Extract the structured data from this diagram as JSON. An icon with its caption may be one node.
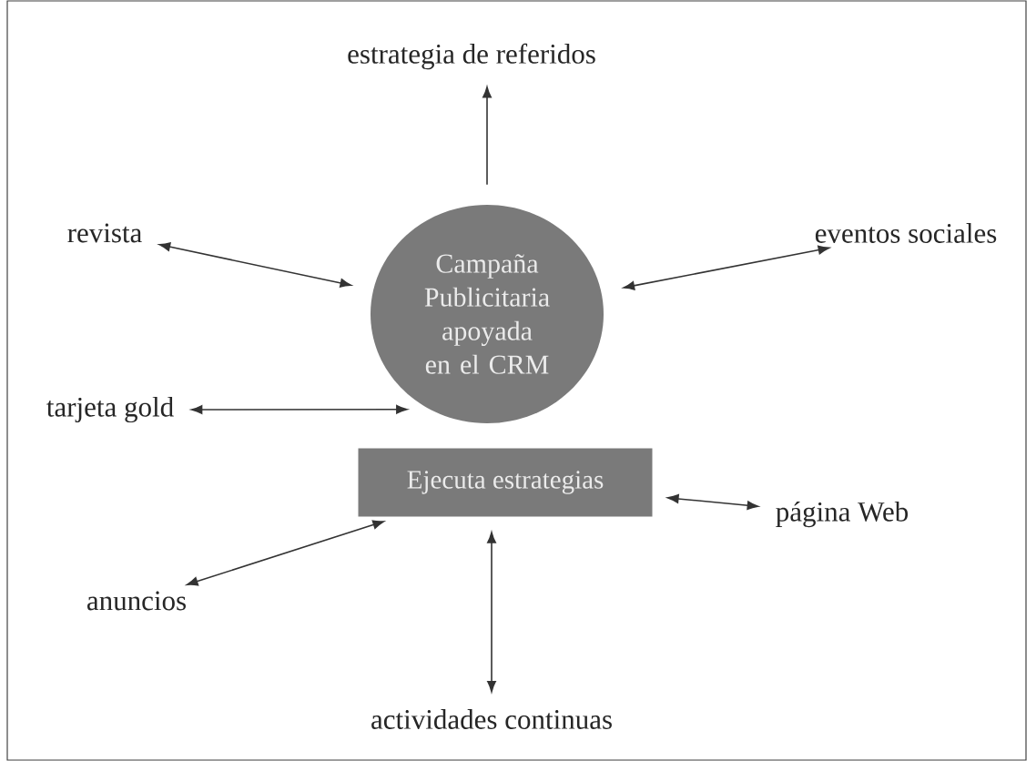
{
  "diagram": {
    "nodes": [
      {
        "text": [
          "Campaña Publicitaria apoyada en el CRM"
        ]
      },
      {
        "text": [
          "Ejecuta estrategias"
        ]
      },
      {
        "text": [
          "estrategia de referidos"
        ]
      },
      {
        "text": [
          "revista"
        ]
      },
      {
        "text": [
          "eventos sociales"
        ]
      },
      {
        "text": [
          "tarjeta gold"
        ]
      },
      {
        "text": [
          "página Web"
        ]
      },
      {
        "text": [
          "anuncios"
        ]
      },
      {
        "text": [
          "actividades continuas"
        ]
      }
    ],
    "edges": [
      {
        "from": 0,
        "to": 2,
        "arrow": "to"
      },
      {
        "from": 3,
        "to": 0,
        "arrow": "both"
      },
      {
        "from": 0,
        "to": 4,
        "arrow": "both"
      },
      {
        "from": 5,
        "to": 0,
        "arrow": "both"
      },
      {
        "from": 1,
        "to": 6,
        "arrow": "both"
      },
      {
        "from": 7,
        "to": 1,
        "arrow": "both"
      },
      {
        "from": 1,
        "to": 8,
        "arrow": "both"
      }
    ]
  }
}
